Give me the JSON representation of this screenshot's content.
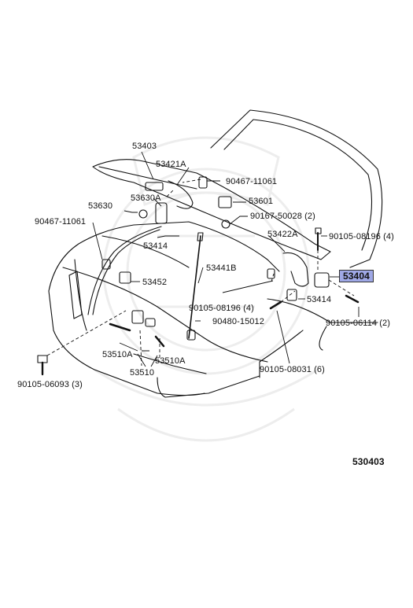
{
  "diagram": {
    "figure_code": "530403",
    "highlight_color": "#9fa8e6",
    "labels": {
      "p53403": "53403",
      "p53421A": "53421A",
      "p90467_11061_top": "90467-11061",
      "p53601": "53601",
      "p53630A": "53630A",
      "p53630": "53630",
      "p90167_50028": "90167-50028 (2)",
      "p90467_11061_left": "90467-11061",
      "p53422A": "53422A",
      "p90105_08196_top": "90105-08196 (4)",
      "p53414_left": "53414",
      "p53441B": "53441B",
      "p53404": "53404",
      "p53452": "53452",
      "p90105_08196_mid": "90105-08196 (4)",
      "p53414_right": "53414",
      "p90480_15012": "90480-15012",
      "p90105_06114": "90105-06114 (2)",
      "p53510A_left": "53510A",
      "p53510A_right": "53510A",
      "p53510": "53510",
      "p90105_08031": "90105-08031 (6)",
      "p90105_06093": "90105-06093 (3)"
    }
  }
}
